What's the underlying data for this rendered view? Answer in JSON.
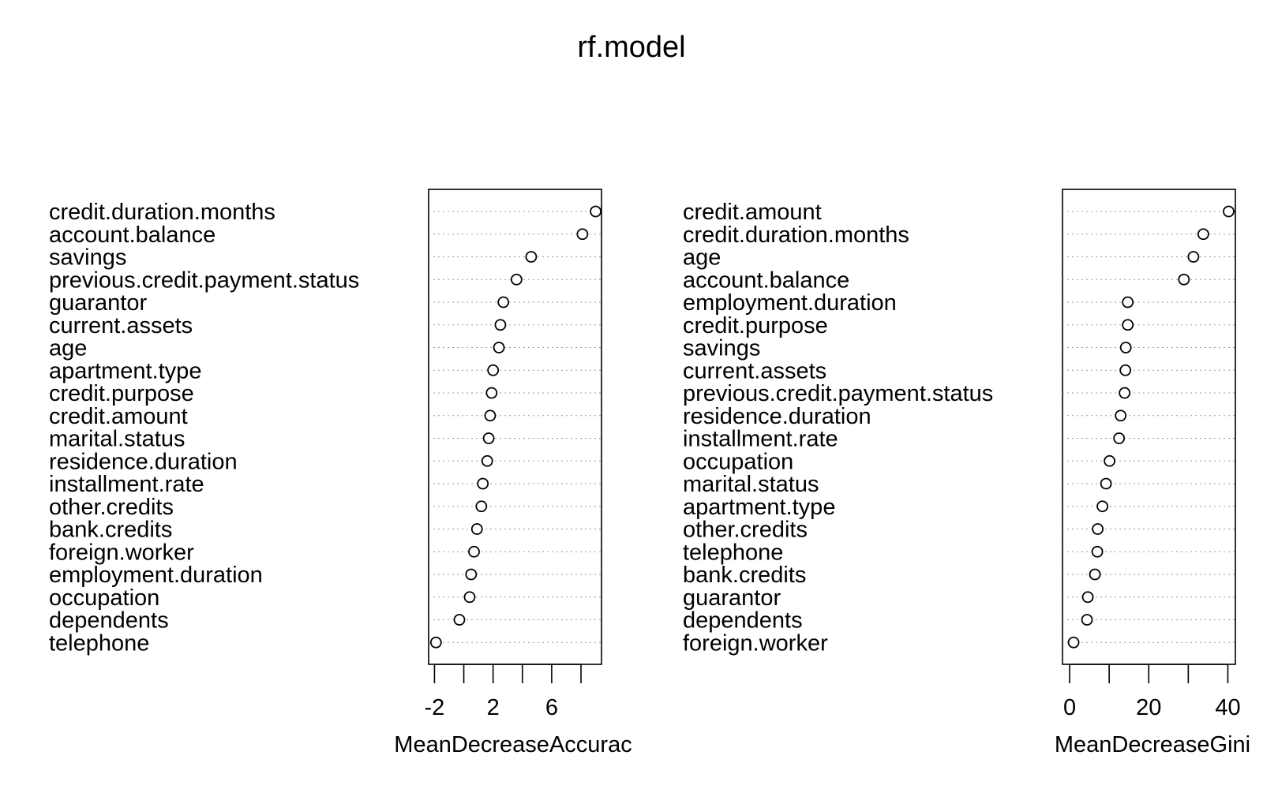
{
  "title": "rf.model",
  "chart_data": [
    {
      "type": "scatter",
      "xlabel": "MeanDecreaseAccuracy",
      "xlabel_shown": "MeanDecreaseAccurac",
      "xlim": [
        -2.4,
        9.4
      ],
      "xticks": [
        -2,
        0,
        2,
        4,
        6,
        8
      ],
      "xtick_labels": [
        "-2",
        "",
        "2",
        "",
        "6",
        ""
      ],
      "grid": "dotted horizontal",
      "labels": [
        "credit.duration.months",
        "account.balance",
        "savings",
        "previous.credit.payment.status",
        "guarantor",
        "current.assets",
        "age",
        "apartment.type",
        "credit.purpose",
        "credit.amount",
        "marital.status",
        "residence.duration",
        "installment.rate",
        "other.credits",
        "bank.credits",
        "foreign.worker",
        "employment.duration",
        "occupation",
        "dependents",
        "telephone"
      ],
      "values": [
        9.0,
        8.1,
        4.6,
        3.6,
        2.7,
        2.5,
        2.4,
        2.0,
        1.9,
        1.8,
        1.7,
        1.6,
        1.3,
        1.2,
        0.9,
        0.7,
        0.5,
        0.4,
        -0.3,
        -1.9
      ]
    },
    {
      "type": "scatter",
      "xlabel": "MeanDecreaseGini",
      "xlim": [
        -1.8,
        41.9
      ],
      "xticks": [
        0,
        10,
        20,
        30,
        40
      ],
      "xtick_labels": [
        "0",
        "",
        "20",
        "",
        "40"
      ],
      "grid": "dotted horizontal",
      "labels": [
        "credit.amount",
        "credit.duration.months",
        "age",
        "account.balance",
        "employment.duration",
        "credit.purpose",
        "savings",
        "current.assets",
        "previous.credit.payment.status",
        "residence.duration",
        "installment.rate",
        "occupation",
        "marital.status",
        "apartment.type",
        "other.credits",
        "telephone",
        "bank.credits",
        "guarantor",
        "dependents",
        "foreign.worker"
      ],
      "values": [
        40.2,
        33.8,
        31.3,
        28.9,
        14.7,
        14.7,
        14.2,
        14.1,
        13.9,
        12.9,
        12.5,
        10.1,
        9.2,
        8.3,
        7.1,
        7.0,
        6.4,
        4.6,
        4.4,
        1.0
      ]
    }
  ]
}
